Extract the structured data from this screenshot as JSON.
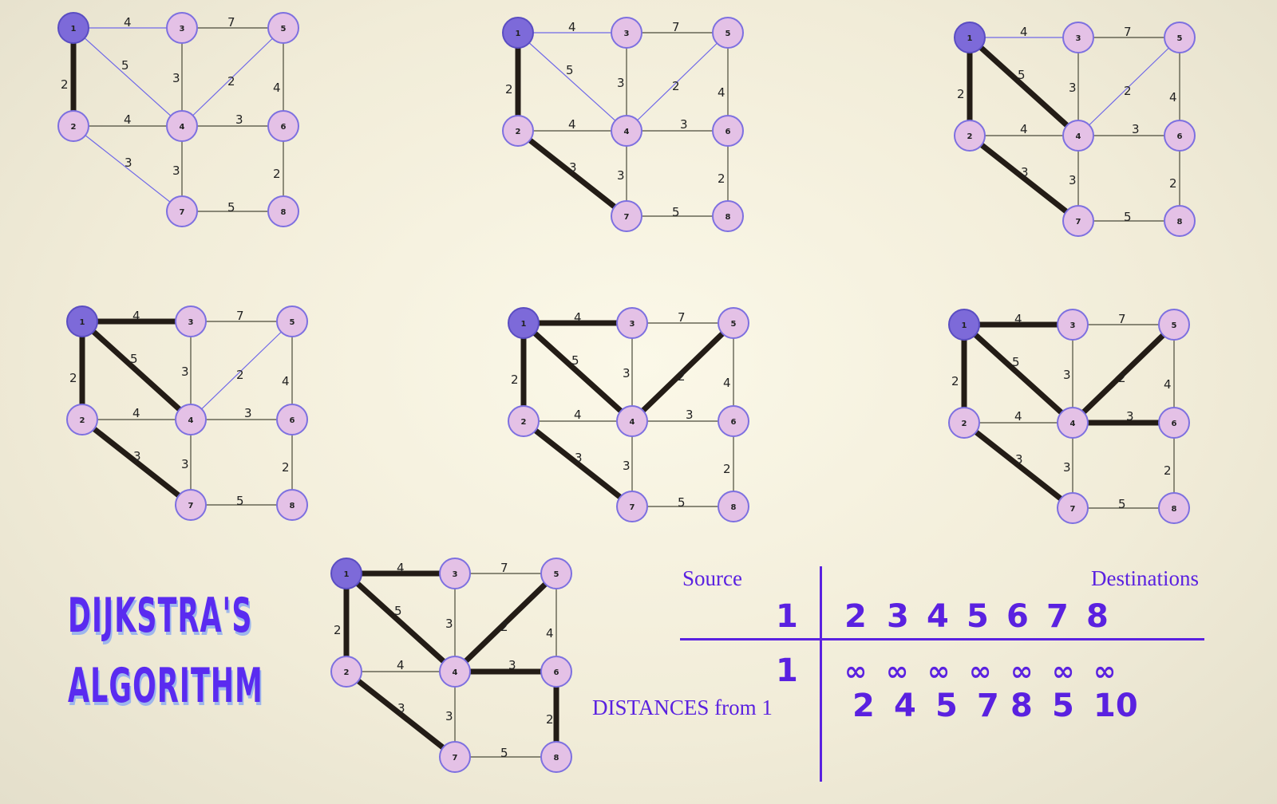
{
  "title": {
    "line1": "DIJKSTRA'S",
    "line2": "ALGORITHM"
  },
  "graph": {
    "source": "1",
    "nodes": [
      "1",
      "2",
      "3",
      "4",
      "5",
      "6",
      "7",
      "8"
    ],
    "edges": [
      {
        "from": "1",
        "to": "3",
        "weight": "4"
      },
      {
        "from": "3",
        "to": "5",
        "weight": "7"
      },
      {
        "from": "1",
        "to": "2",
        "weight": "2"
      },
      {
        "from": "1",
        "to": "4",
        "weight": "5"
      },
      {
        "from": "3",
        "to": "4",
        "weight": "3"
      },
      {
        "from": "4",
        "to": "5",
        "weight": "2"
      },
      {
        "from": "5",
        "to": "6",
        "weight": "4"
      },
      {
        "from": "2",
        "to": "4",
        "weight": "4"
      },
      {
        "from": "4",
        "to": "6",
        "weight": "3"
      },
      {
        "from": "2",
        "to": "7",
        "weight": "3"
      },
      {
        "from": "4",
        "to": "7",
        "weight": "3"
      },
      {
        "from": "6",
        "to": "8",
        "weight": "2"
      },
      {
        "from": "7",
        "to": "8",
        "weight": "5"
      }
    ],
    "steps": [
      {
        "bold": [
          "1-2"
        ],
        "blue": [
          "1-3",
          "1-4",
          "4-5",
          "2-7"
        ]
      },
      {
        "bold": [
          "1-2",
          "2-7"
        ],
        "blue": [
          "1-3",
          "1-4",
          "4-5"
        ]
      },
      {
        "bold": [
          "1-2",
          "2-7",
          "1-4"
        ],
        "blue": [
          "1-3",
          "4-5"
        ]
      },
      {
        "bold": [
          "1-2",
          "2-7",
          "1-4",
          "1-3"
        ],
        "blue": [
          "4-5"
        ]
      },
      {
        "bold": [
          "1-2",
          "2-7",
          "1-4",
          "1-3",
          "4-5"
        ],
        "blue": []
      },
      {
        "bold": [
          "1-2",
          "2-7",
          "1-4",
          "1-3",
          "4-5",
          "4-6"
        ],
        "blue": []
      },
      {
        "bold": [
          "1-2",
          "2-7",
          "1-4",
          "1-3",
          "4-5",
          "4-6",
          "6-8"
        ],
        "blue": []
      }
    ]
  },
  "table": {
    "source_label": "Source",
    "destinations_label": "Destinations",
    "source_node": "1",
    "destinations": [
      "2",
      "3",
      "4",
      "5",
      "6",
      "7",
      "8"
    ],
    "initial_row_label": "1",
    "infinity_symbol": "∞",
    "initial": [
      "∞",
      "∞",
      "∞",
      "∞",
      "∞",
      "∞",
      "∞"
    ],
    "distances_label": "DISTANCES from 1",
    "distances": [
      "2",
      "4",
      "5",
      "7",
      "8",
      "5",
      "10"
    ]
  },
  "colors": {
    "accent": "#5a21e0",
    "node_fill": "#e4c1e6",
    "node_outline": "#7d70e0",
    "source_fill": "#7d6ad9",
    "bold_edge": "#231c16",
    "candidate_edge": "#6f68e8"
  }
}
